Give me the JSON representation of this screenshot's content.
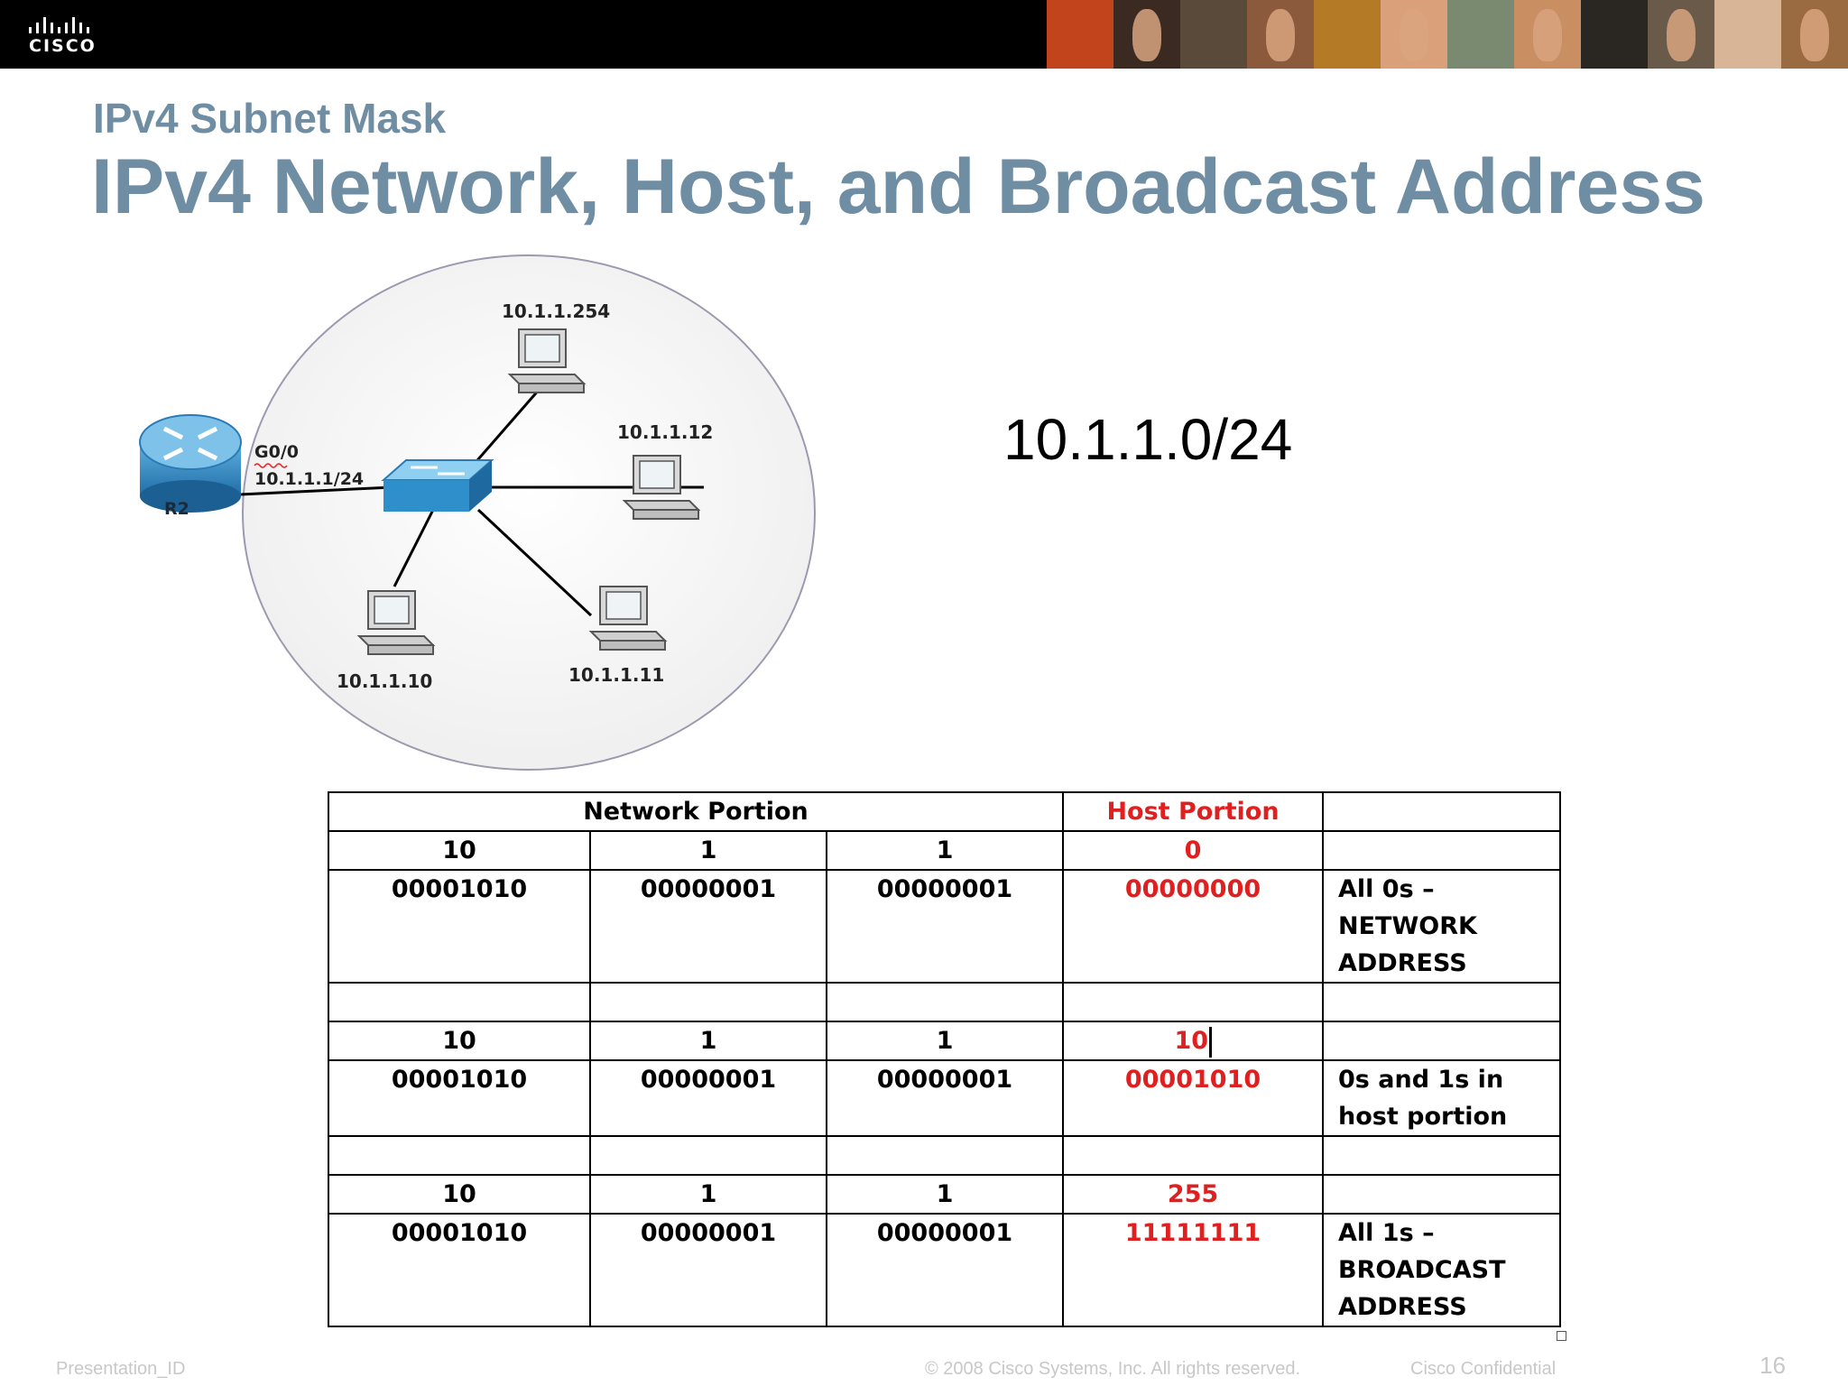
{
  "header": {
    "logo_text": "CISCO",
    "photo_colors": [
      "#c2441c",
      "#3b2a22",
      "#5a4a3a",
      "#8b5a3c",
      "#b57a25",
      "#d9a07a",
      "#7a8a70",
      "#c98e62",
      "#2a2622",
      "#6a5a4a",
      "#d7b596",
      "#9a6a40"
    ]
  },
  "slide": {
    "subtitle": "IPv4 Subnet Mask",
    "title": "IPv4 Network, Host, and Broadcast Address",
    "cidr": "10.1.1.0/24"
  },
  "diagram": {
    "router_label": "R2",
    "interface_label": "G0/0",
    "interface_ip": "10.1.1.1/24",
    "hosts": [
      "10.1.1.254",
      "10.1.1.12",
      "10.1.1.10",
      "10.1.1.11"
    ]
  },
  "table": {
    "network_header": "Network Portion",
    "host_header": "Host Portion",
    "groups": [
      {
        "dec": [
          "10",
          "1",
          "1",
          "0"
        ],
        "bin": [
          "00001010",
          "00000001",
          "00000001",
          "00000000"
        ],
        "note": [
          "All 0s –",
          "NETWORK",
          "ADDRESS"
        ]
      },
      {
        "dec": [
          "10",
          "1",
          "1",
          "10"
        ],
        "bin": [
          "00001010",
          "00000001",
          "00000001",
          "00001010"
        ],
        "note": [
          "0s and 1s in",
          "host portion"
        ]
      },
      {
        "dec": [
          "10",
          "1",
          "1",
          "255"
        ],
        "bin": [
          "00001010",
          "00000001",
          "00000001",
          "11111111"
        ],
        "note": [
          "All 1s –",
          "BROADCAST",
          "ADDRESS"
        ]
      }
    ]
  },
  "footer": {
    "presentation_id": "Presentation_ID",
    "copyright": "© 2008 Cisco Systems, Inc. All rights reserved.",
    "confidential": "Cisco Confidential",
    "page": "16"
  }
}
